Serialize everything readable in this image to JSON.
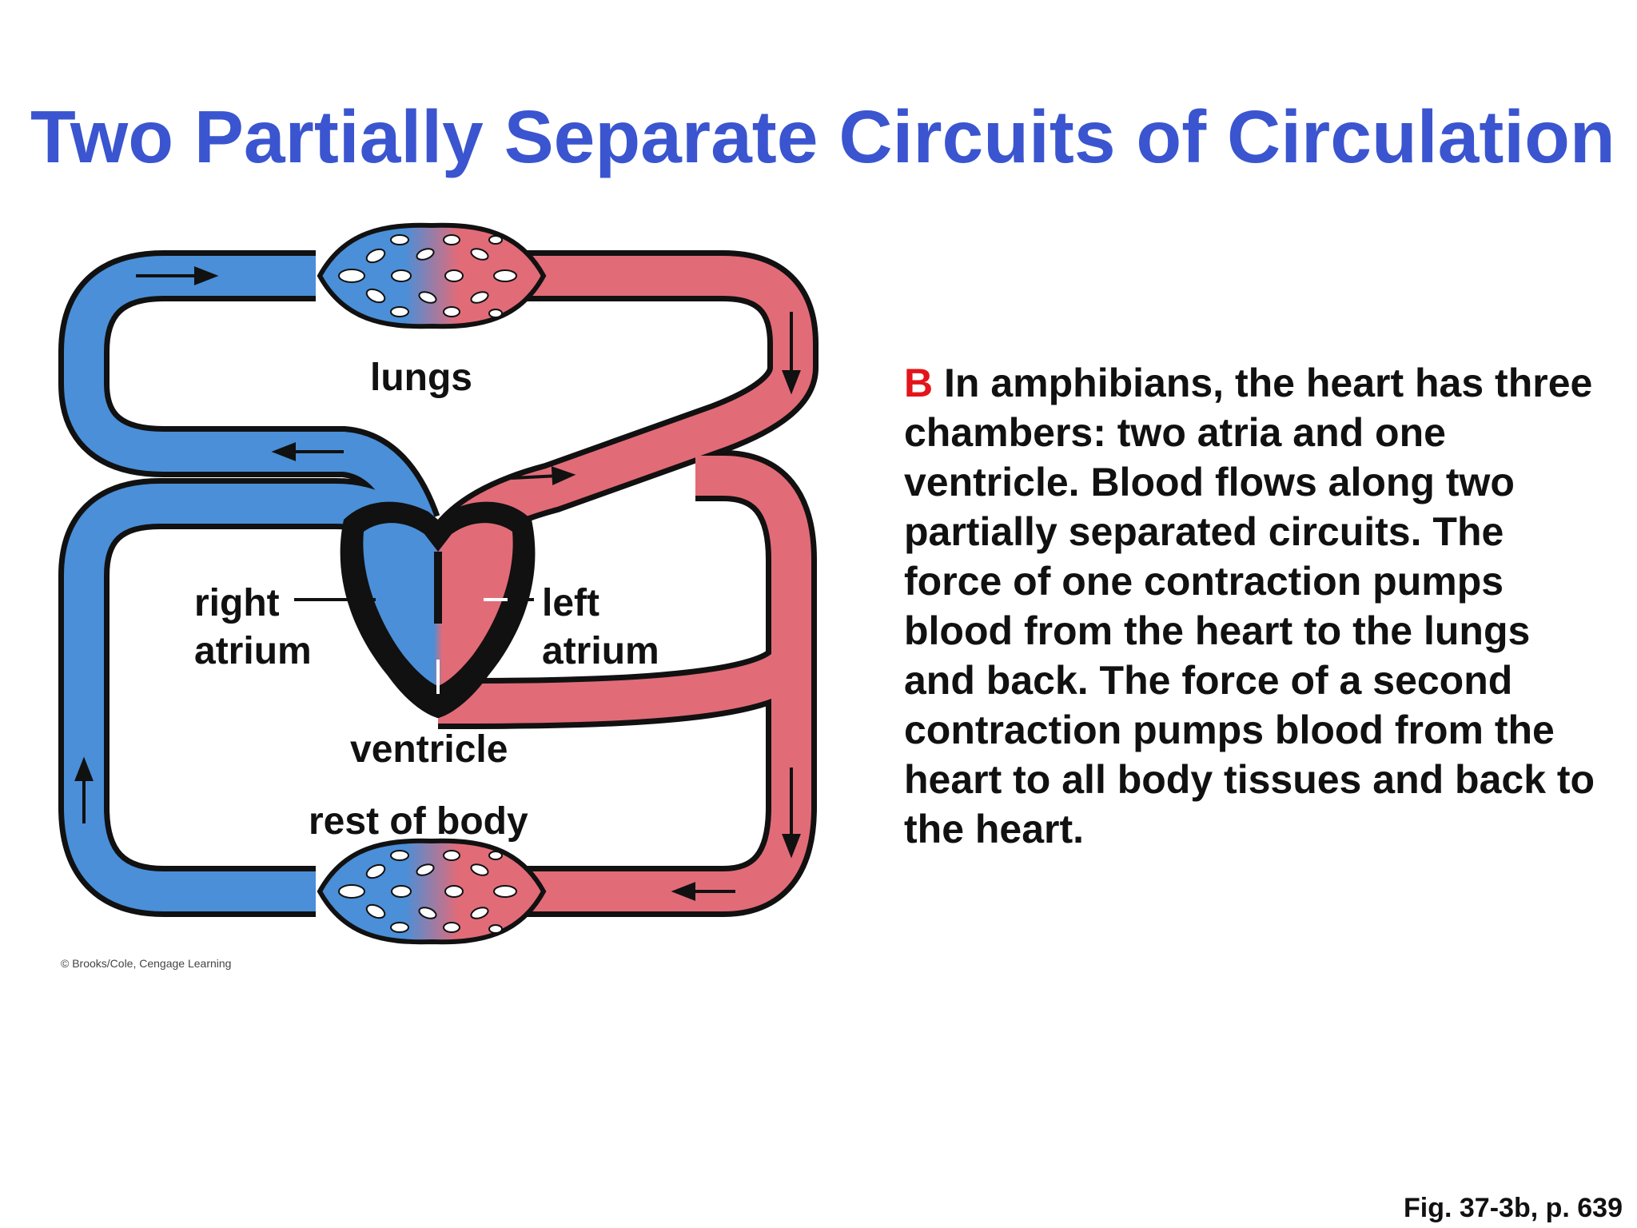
{
  "slide": {
    "title": "Two Partially Separate Circuits of Circulation"
  },
  "diagram": {
    "labels": {
      "lungs": "lungs",
      "right_atrium_1": "right",
      "right_atrium_2": "atrium",
      "left_atrium_1": "left",
      "left_atrium_2": "atrium",
      "ventricle": "ventricle",
      "rest_of_body": "rest of body"
    },
    "credit": "© Brooks/Cole, Cengage Learning",
    "colors": {
      "deoxygenated": "#4a8fd8",
      "oxygenated": "#e26b78",
      "outline": "#111111",
      "title": "#3a55cf",
      "letter": "#e3141b"
    }
  },
  "caption": {
    "letter": "B",
    "text": "In amphibians, the heart has three chambers: two atria and one ventricle. Blood flows along two partially separated circuits. The force of one contraction pumps blood from the heart to the lungs and back. The force of a second contraction pumps blood from the heart to all body tissues and back to the heart."
  },
  "figure_ref": "Fig. 37-3b, p. 639"
}
